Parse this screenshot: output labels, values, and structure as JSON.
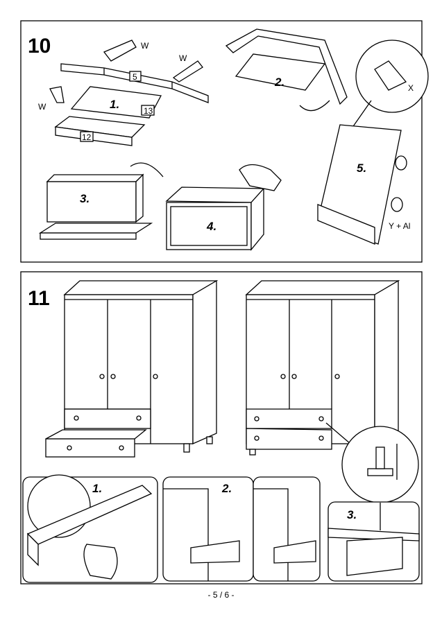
{
  "page_number": "- 5 / 6 -",
  "step10": {
    "number": "10",
    "glue_labels": [
      "W",
      "W",
      "W"
    ],
    "part_labels": [
      "5",
      "13",
      "12"
    ],
    "substeps": [
      "1.",
      "2.",
      "3.",
      "4.",
      "5."
    ],
    "hardware_x": "X",
    "hardware_y": "Y + Al"
  },
  "step11": {
    "number": "11",
    "substeps": [
      "1.",
      "2.",
      "3."
    ]
  }
}
